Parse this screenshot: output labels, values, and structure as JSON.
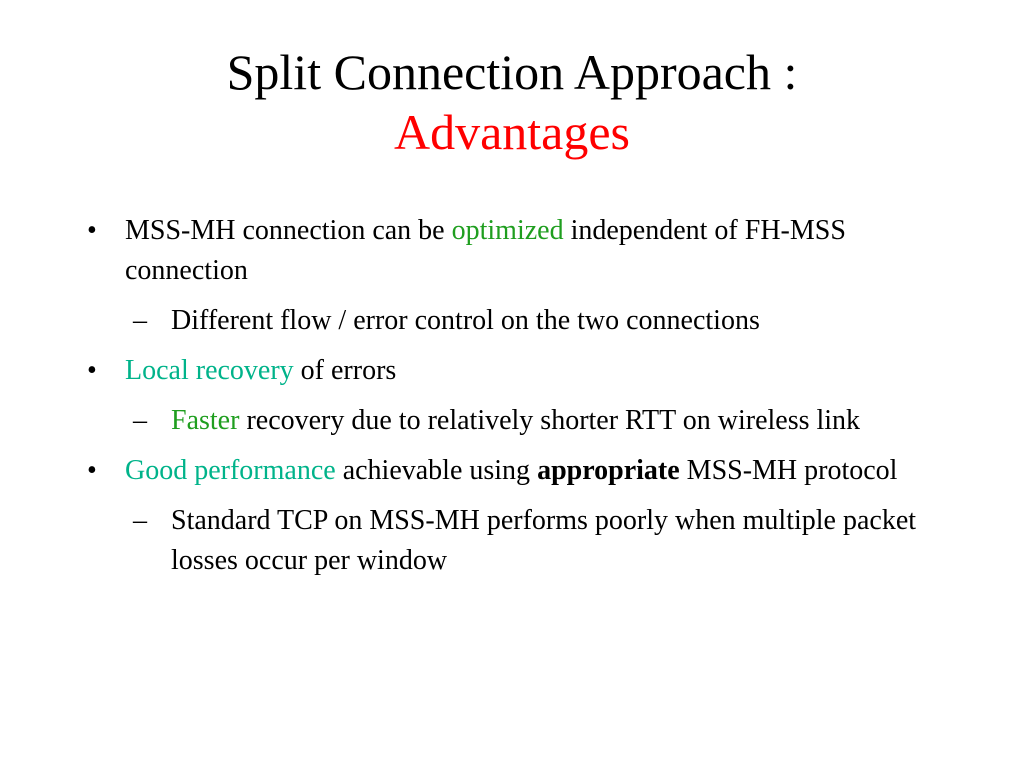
{
  "colors": {
    "title": "#000000",
    "title_accent": "#ff0000",
    "highlight_teal": "#00b38a",
    "highlight_green": "#1f9e1f",
    "background": "#ffffff"
  },
  "slide": {
    "title": {
      "line1": "Split Connection Approach :",
      "line2": "Advantages"
    },
    "bullets": {
      "b1": {
        "marker": "•",
        "pre": "MSS-MH connection can be ",
        "highlight": "optimized",
        "post": " independent of FH-MSS connection",
        "sub": {
          "marker": "–",
          "text": "Different flow / error control on the two connections"
        }
      },
      "b2": {
        "marker": "•",
        "highlight": "Local recovery",
        "post": " of errors",
        "sub": {
          "marker": "–",
          "highlight": "Faster",
          "post": " recovery due to relatively shorter RTT on wireless link"
        }
      },
      "b3": {
        "marker": "•",
        "highlight": "Good performance",
        "mid": " achievable using ",
        "bold": "appropriate",
        "post": " MSS-MH protocol",
        "sub": {
          "marker": "–",
          "text": "Standard TCP on MSS-MH performs poorly when multiple packet losses occur per window"
        }
      }
    }
  }
}
